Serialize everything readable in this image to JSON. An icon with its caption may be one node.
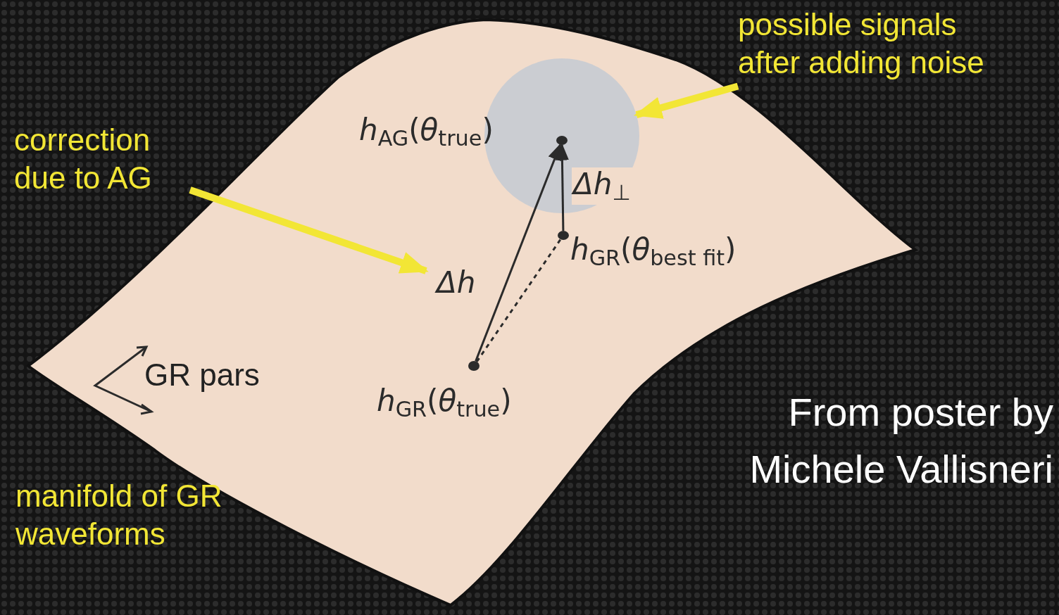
{
  "diagram": {
    "nodes": [
      {
        "text": [
          "possible signals after adding noise"
        ]
      },
      {
        "text": [],
        "shape": "circle"
      },
      {
        "text": [
          "correction due to AG"
        ]
      },
      {
        "text": [],
        "shape": "circle",
        "in": 1,
        "beside": [
          "*h*$_{AG}$(*θ*$_{true}$)"
        ]
      },
      {
        "text": [],
        "shape": "circle",
        "beside": [
          "*h*$_{GR}$(*θ*$_{best fit}$)"
        ]
      },
      {
        "text": [],
        "shape": "circle",
        "beside": [
          "*h*$_{GR}$(*θ*$_{true}$)"
        ]
      }
    ],
    "edges": [
      {
        "from": 0,
        "to": 1,
        "arrow": "to",
        "style": "thick",
        "color": "#f2e635"
      },
      {
        "from": 2,
        "to": null,
        "arrow": "to",
        "style": "thick",
        "color": "#f2e635"
      },
      {
        "from": 5,
        "to": 3,
        "arrow": "to",
        "label": "Δh"
      },
      {
        "from": 4,
        "to": 3,
        "arrow": "to",
        "label": "Δh$_{⊥}$"
      },
      {
        "from": 5,
        "to": 4,
        "arrow": "none",
        "style": "dashed"
      }
    ],
    "labels": [
      "GR pars",
      "manifold of GR waveforms",
      "From poster by Michele Vallisneri"
    ]
  }
}
